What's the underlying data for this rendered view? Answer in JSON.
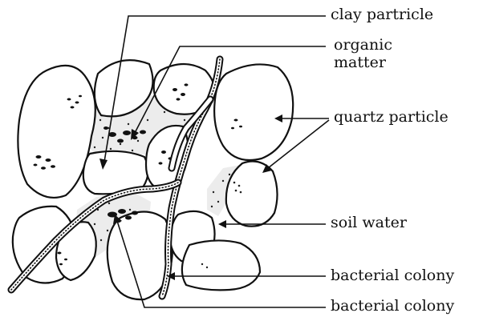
{
  "labels": {
    "clay_particle": "clay partricle",
    "organic_matter_line1": "organic",
    "organic_matter_line2": "matter",
    "quartz_particle": "quartz particle",
    "soil_water": "soil water",
    "bacterial_colony_1": "bacterial colony",
    "bacterial_colony_2": "bacterial colony"
  }
}
